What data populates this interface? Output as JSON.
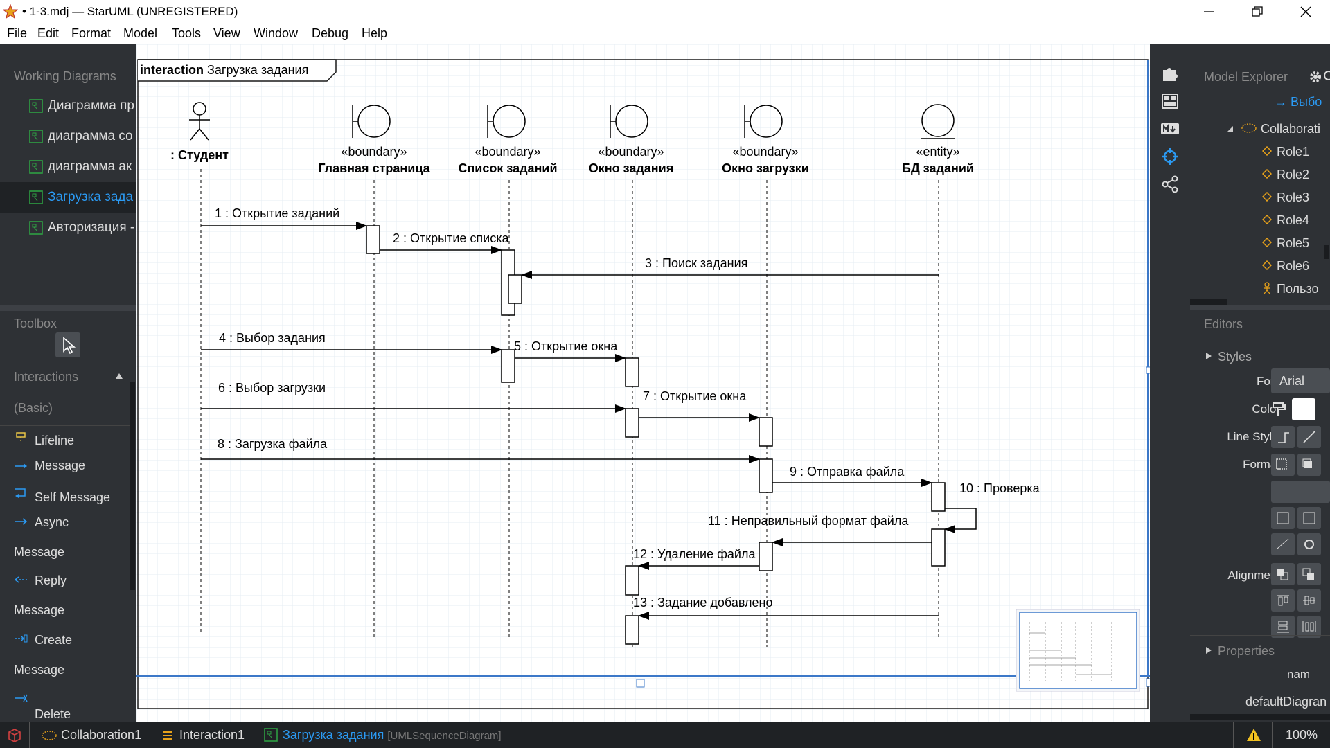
{
  "window": {
    "title": "• 1-3.mdj — StarUML (UNREGISTERED)"
  },
  "menu": [
    "File",
    "Edit",
    "Format",
    "Model",
    "Tools",
    "View",
    "Window",
    "Debug",
    "Help"
  ],
  "working_diagrams": {
    "header": "Working Diagrams",
    "items": [
      {
        "label": "Диаграмма пр"
      },
      {
        "label": "диаграмма со"
      },
      {
        "label": "диаграмма ак"
      },
      {
        "label": "Загрузка зада"
      },
      {
        "label": "Авторизация -"
      }
    ]
  },
  "toolbox": {
    "header": "Toolbox",
    "group": "Interactions",
    "group2": "(Basic)",
    "items": [
      "Lifeline",
      "Message",
      "Self Message",
      "Async",
      "Message",
      "Reply",
      "Message",
      "Create",
      "Message",
      "Delete"
    ]
  },
  "diagram": {
    "frame_keyword": "interaction",
    "frame_name": "Загрузка задания",
    "lifelines": [
      {
        "stereotype": "",
        "name": ": Студент"
      },
      {
        "stereotype": "«boundary»",
        "name": "Главная страница"
      },
      {
        "stereotype": "«boundary»",
        "name": "Список заданий"
      },
      {
        "stereotype": "«boundary»",
        "name": "Окно задания"
      },
      {
        "stereotype": "«boundary»",
        "name": "Окно загрузки"
      },
      {
        "stereotype": "«entity»",
        "name": "БД заданий"
      }
    ],
    "messages": [
      "1 : Открытие заданий",
      "2 : Открытие списка",
      "3 : Поиск задания",
      "4 : Выбор задания",
      "5 : Открытие окна",
      "6 : Выбор загрузки",
      "7 : Открытие окна",
      "8 : Загрузка файла",
      "9 : Отправка файла",
      "10 : Проверка",
      "11 : Неправильный формат файла",
      "12 : Удаление файла",
      "13 : Задание добавлено"
    ]
  },
  "model_explorer": {
    "header": "Model Explorer",
    "items": [
      "→ Выбо",
      "Collaborati",
      "Role1",
      "Role2",
      "Role3",
      "Role4",
      "Role5",
      "Role6",
      "Пользо"
    ]
  },
  "editors": {
    "header": "Editors",
    "styles": "Styles",
    "font_label": "Font",
    "font_value": "Arial",
    "color_label": "Color",
    "line_style_label": "Line Style",
    "format_label": "Format",
    "alignment_label": "Alignment",
    "properties": "Properties",
    "name_label": "nam",
    "name_value": "defaultDiagran"
  },
  "status": {
    "tab1": "Collaboration1",
    "tab2": "Interaction1",
    "tab3": "Загрузка задания",
    "tab3_type": "[UMLSequenceDiagram]",
    "zoom": "100%"
  },
  "colors": {
    "accent": "#2b9af3",
    "diagram_icon": "#2ea043",
    "panel": "#2e3135"
  }
}
